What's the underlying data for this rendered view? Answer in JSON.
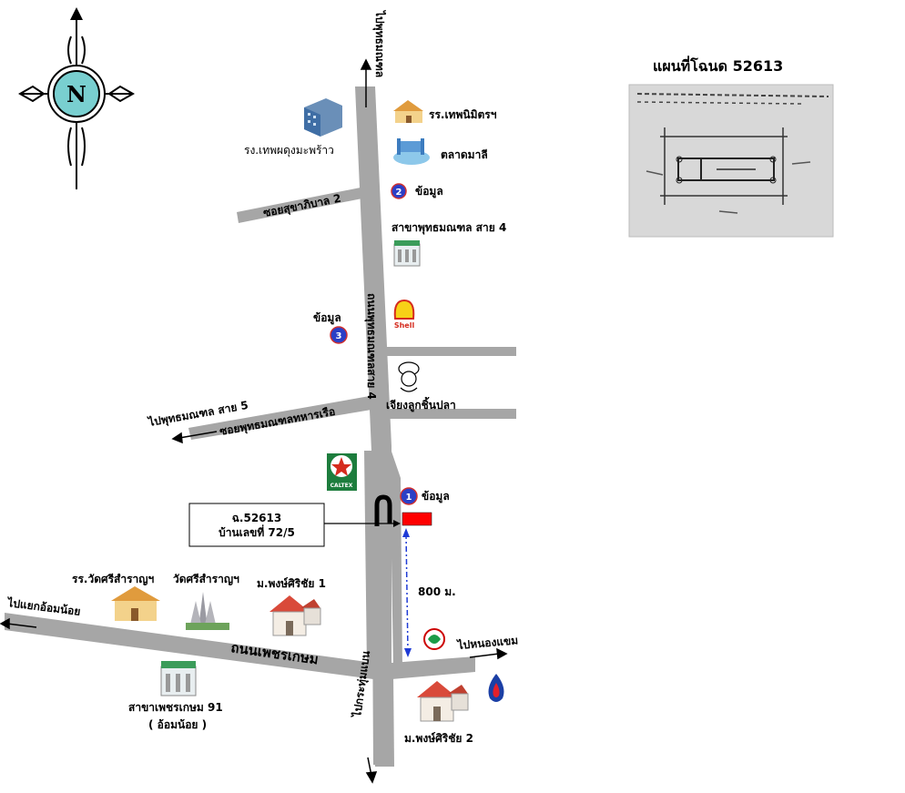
{
  "title": "แผนที่โฉนด 52613",
  "roads": {
    "main_vertical_top": "ไปพุทธมณฑล",
    "main_vertical_name": "ถนนพุทธมณฑลสาย 4",
    "soi_sukhaphiban": "ซอยสุขาภิบาล 2",
    "to_phutthamonthon_5": "ไปพุทธมณฑล สาย 5",
    "soi_phutthamonthon_navy": "ซอยพุทธมณฑลทหารเรือ",
    "phetkasem": "ถนนเพชรเกษม",
    "to_om_noi": "ไปแยกอ้อมน้อย",
    "to_nong_khaem": "ไปหนองแขม",
    "to_krathum_baen": "ไปกระทุ่มแบน"
  },
  "places": {
    "hospital": "รง.เทพผดุงมะพร้าว",
    "school_thep": "รร.เทพนิมิตรฯ",
    "market": "ตลาดมาลี",
    "info2": "ข้อมูล",
    "branch_phuttha": "สาขาพุทธมณฑล สาย 4",
    "shell": "Shell",
    "info3": "ข้อมูล",
    "chef": "เจียงลูกชิ้นปลา",
    "caltex": "CALTEX",
    "info1": "ข้อมูล",
    "school_wat": "รร.วัดศรีสำราญฯ",
    "temple": "วัดศรีสำราญฯ",
    "village1": "ม.พงษ์ศิริชัย 1",
    "branch_phet": "สาขาเพชรเกษม 91",
    "branch_phet_sub": "( อ้อมน้อย )",
    "village2": "ม.พงษ์ศิริชัย 2"
  },
  "circle_numbers": {
    "n1": "1",
    "n2": "2",
    "n3": "3"
  },
  "callout": {
    "line1": "ฉ.52613",
    "line2": "บ้านเลขที่ 72/5"
  },
  "distance": "800 ม.",
  "compass_glyph": "N",
  "colors": {
    "road": "#a6a6a6",
    "marker": "#ff0000",
    "circle": "#2b3fc6",
    "distance_line": "#1f3bd6"
  }
}
